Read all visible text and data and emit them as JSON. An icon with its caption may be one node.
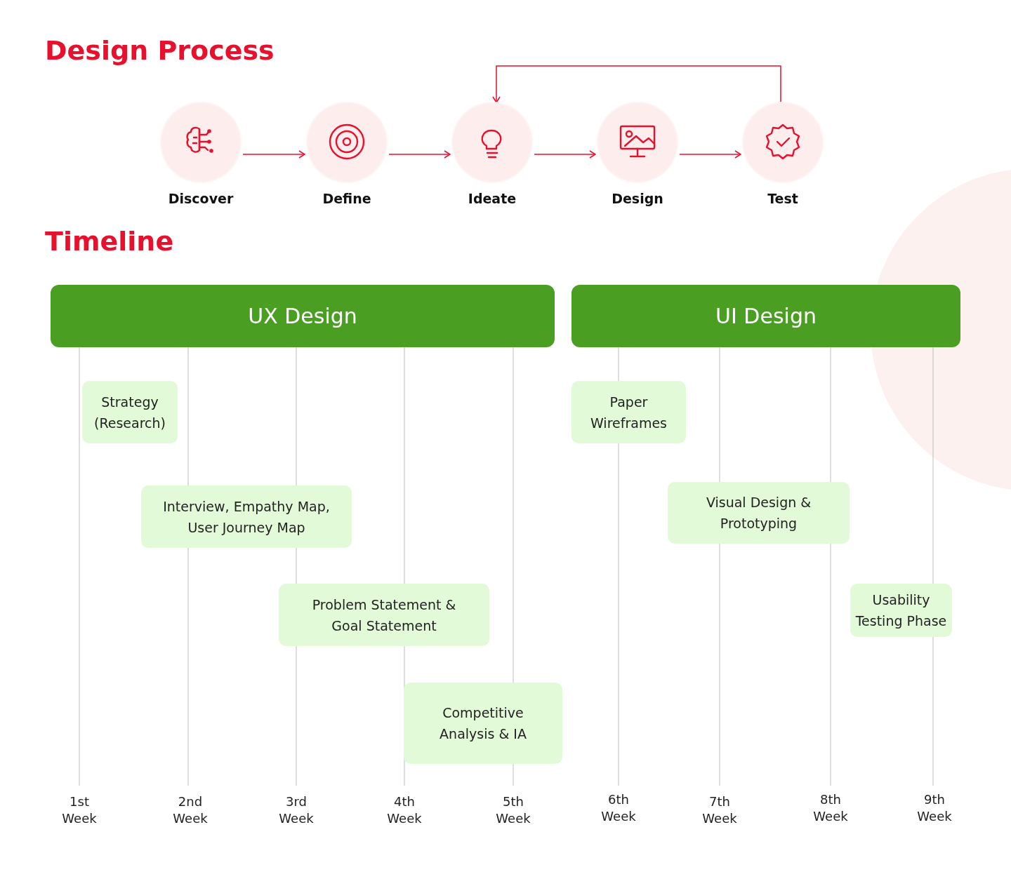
{
  "diagram": {
    "title": "Design Process",
    "nodes": [
      {
        "text": [
          "Discover"
        ]
      },
      {
        "text": [
          "Define"
        ]
      },
      {
        "text": [
          "Ideate"
        ]
      },
      {
        "text": [
          "Design"
        ]
      },
      {
        "text": [
          "Test"
        ]
      },
      {
        "text": [
          "UX Design"
        ]
      },
      {
        "text": [
          "UI Design"
        ]
      },
      {
        "text": [
          "Strategy (Research)"
        ]
      },
      {
        "text": [
          "Paper Wireframes"
        ]
      },
      {
        "text": [
          "Interview, Empathy Map, User Journey Map"
        ]
      },
      {
        "text": [
          "Visual Design & Prototyping"
        ]
      },
      {
        "text": [
          "Problem Statement & Goal Statement"
        ]
      },
      {
        "text": [
          "Usability Testing Phase"
        ]
      },
      {
        "text": [
          "Competitive Analysis & IA"
        ]
      }
    ],
    "edges": [
      {
        "from": 0,
        "to": 1,
        "arrow": "to"
      },
      {
        "from": 1,
        "to": 2,
        "arrow": "to"
      },
      {
        "from": 2,
        "to": 3,
        "arrow": "to"
      },
      {
        "from": 3,
        "to": 4,
        "arrow": "to"
      },
      {
        "from": 4,
        "to": 2,
        "arrow": "to"
      }
    ],
    "labels": [
      "Timeline",
      "1st Week",
      "2nd Week",
      "3rd Week",
      "4th Week",
      "5th Week",
      "6th Week",
      "7th Week",
      "8th Week",
      "9th Week"
    ]
  }
}
